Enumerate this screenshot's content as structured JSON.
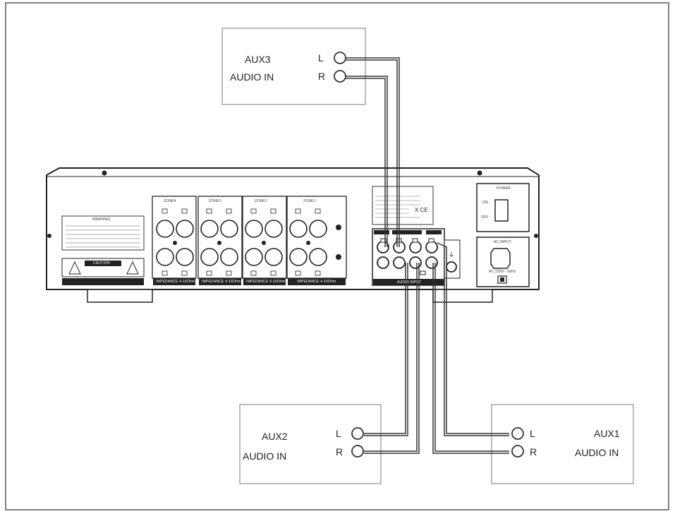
{
  "aux3": {
    "title": "AUX3",
    "subtitle": "AUDIO IN",
    "left": "L",
    "right": "R"
  },
  "aux2": {
    "title": "AUX2",
    "subtitle": "AUDIO IN",
    "left": "L",
    "right": "R"
  },
  "aux1": {
    "title": "AUX1",
    "subtitle": "AUDIO IN",
    "left": "L",
    "right": "R"
  },
  "amplifier": {
    "zones": [
      "ZONE4",
      "ZONE3",
      "ZONE2",
      "ZONE1"
    ],
    "impedance": [
      "IMPEDANCE 4-16Ohm",
      "IMPEDANCE 4-16Ohm",
      "IMPEDANCE 4-16Ohm",
      "IMPEDANCE 4-16Ohm"
    ],
    "warning_title": "WARNING",
    "caution": "CAUTION",
    "input_label": "AUDIO INPUT",
    "power_label": "POWER",
    "on": "ON",
    "off": "OFF",
    "ac_input": "AC INPUT",
    "voltage": "AC 230V~ 50Hz"
  }
}
